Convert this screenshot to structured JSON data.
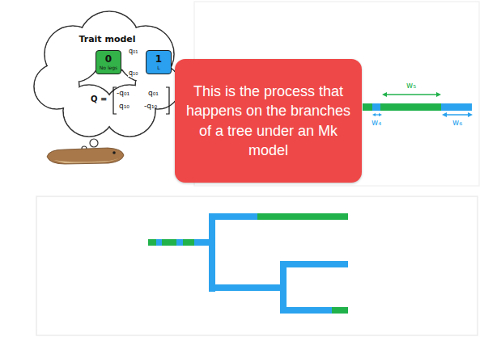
{
  "diagram": {
    "nodes": [
      {
        "text": [
          "Trait model"
        ]
      },
      {
        "text": [
          "0",
          "No legs"
        ],
        "in": 0
      },
      {
        "text": [
          "1",
          "L"
        ],
        "in": 0
      },
      {
        "text": [
          "This is the process that happens on the branches of a tree under an Mk model"
        ]
      }
    ],
    "edges": [
      {
        "from": 1,
        "to": 2,
        "arrow": "to",
        "label": "q₀₁"
      },
      {
        "from": 2,
        "to": 1,
        "arrow": "to",
        "label": "q₁₀"
      }
    ],
    "labels": [
      "Q =",
      "-q₀₁",
      "q₀₁",
      "q₁₀",
      "-q₁₀",
      "w₅",
      "w₄",
      "w₆"
    ]
  }
}
